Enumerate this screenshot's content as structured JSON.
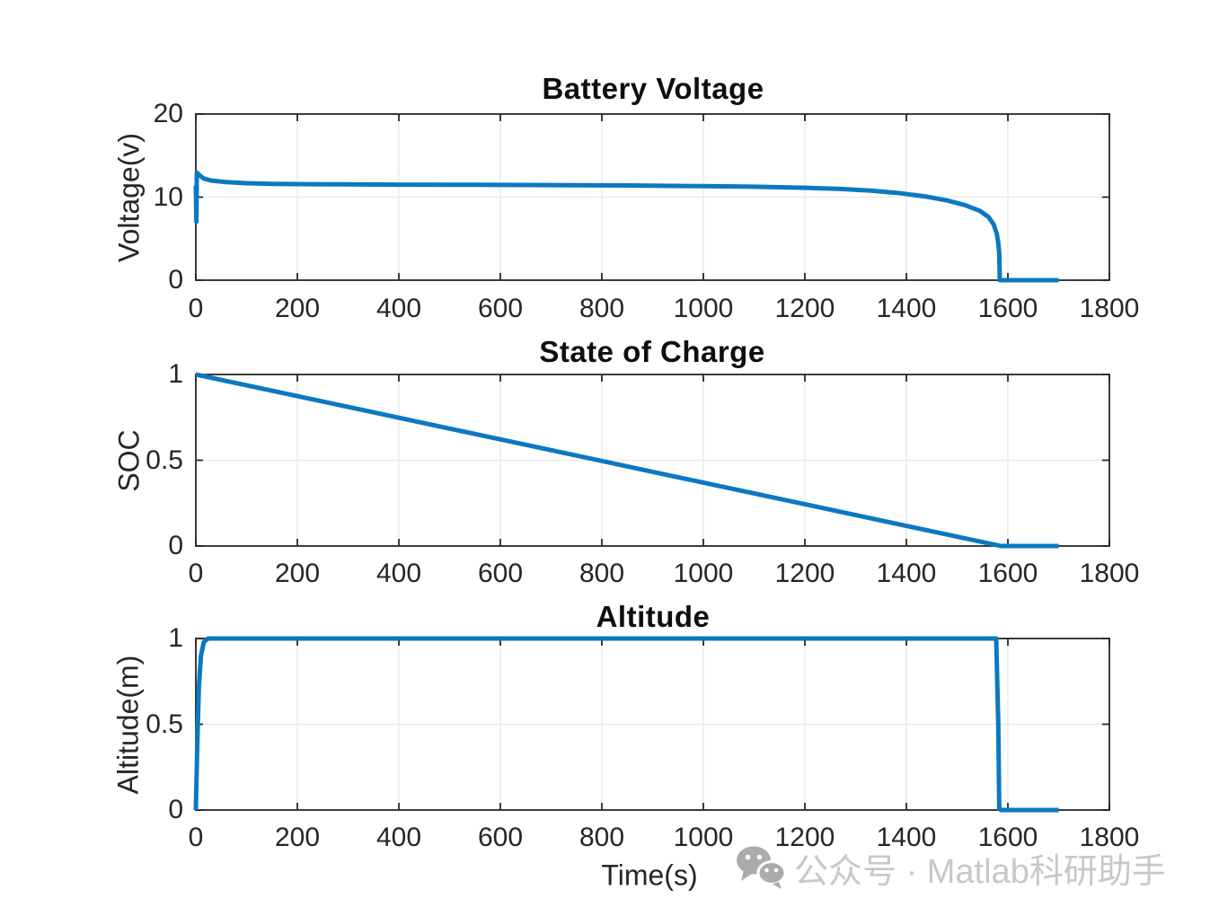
{
  "watermark": {
    "icon": "wechat-icon",
    "icon_color": "#ababab",
    "text": "公众号 · Matlab科研助手",
    "text_color": "#c8c8c8"
  },
  "style": {
    "axis_color": "#262626",
    "grid_color": "#e8e8e8",
    "tick_length": 8,
    "background": "#ffffff"
  },
  "chart_data": [
    {
      "type": "line",
      "title": "Battery Voltage",
      "ylabel": "Voltage(v)",
      "xlabel": "",
      "xlim": [
        0,
        1800
      ],
      "ylim": [
        0,
        20
      ],
      "xticks": [
        0,
        200,
        400,
        600,
        800,
        1000,
        1200,
        1400,
        1600,
        1800
      ],
      "yticks": [
        0,
        10,
        20
      ],
      "grid": true,
      "legend": null,
      "line_color": "#0d78c2",
      "line_width": 5,
      "x": [
        0,
        1,
        2,
        6,
        15,
        30,
        60,
        100,
        150,
        250,
        400,
        550,
        700,
        850,
        1000,
        1100,
        1200,
        1270,
        1330,
        1390,
        1440,
        1480,
        1515,
        1545,
        1562,
        1572,
        1578,
        1581,
        1583,
        1584,
        1700
      ],
      "y": [
        11.4,
        7.05,
        12.95,
        12.7,
        12.25,
        12.0,
        11.8,
        11.68,
        11.6,
        11.55,
        11.5,
        11.48,
        11.45,
        11.4,
        11.32,
        11.25,
        11.12,
        10.98,
        10.78,
        10.45,
        10.05,
        9.6,
        9.05,
        8.35,
        7.6,
        6.7,
        5.6,
        4.5,
        3.2,
        0,
        0
      ]
    },
    {
      "type": "line",
      "title": "State of Charge",
      "ylabel": "SOC",
      "xlabel": "",
      "xlim": [
        0,
        1800
      ],
      "ylim": [
        0,
        1
      ],
      "xticks": [
        0,
        200,
        400,
        600,
        800,
        1000,
        1200,
        1400,
        1600,
        1800
      ],
      "yticks": [
        0,
        0.5,
        1
      ],
      "grid": true,
      "legend": null,
      "line_color": "#0d78c2",
      "line_width": 5,
      "x": [
        0,
        1583,
        1586,
        1700
      ],
      "y": [
        1,
        0.002,
        0,
        0
      ]
    },
    {
      "type": "line",
      "title": "Altitude",
      "ylabel": "Altitude(m)",
      "xlabel": "Time(s)",
      "xlim": [
        0,
        1800
      ],
      "ylim": [
        0,
        1
      ],
      "xticks": [
        0,
        200,
        400,
        600,
        800,
        1000,
        1200,
        1400,
        1600,
        1800
      ],
      "yticks": [
        0,
        0.5,
        1
      ],
      "grid": true,
      "legend": null,
      "line_color": "#0d78c2",
      "line_width": 5,
      "x": [
        0,
        3,
        6,
        10,
        16,
        24,
        1577,
        1581,
        1583,
        1586,
        1700
      ],
      "y": [
        0,
        0.4,
        0.72,
        0.9,
        0.98,
        1,
        1,
        0.5,
        0.01,
        0,
        0
      ]
    }
  ]
}
